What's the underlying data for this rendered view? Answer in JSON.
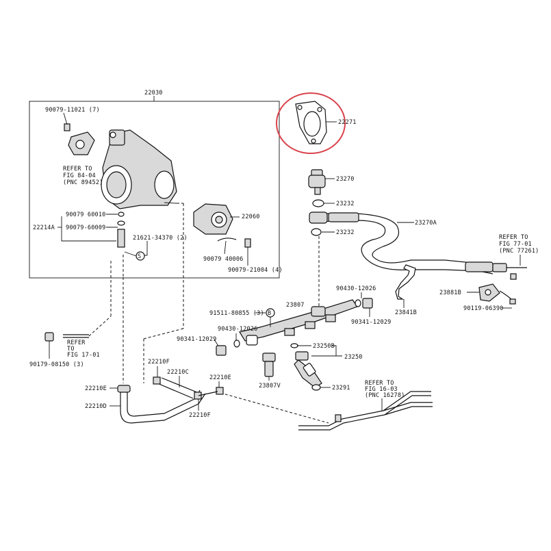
{
  "labels": {
    "l22030": "22030",
    "l90079_11021": "90079-11021 (7)",
    "refer_fig_84_04_a": "REFER TO",
    "refer_fig_84_04_b": "FIG 84-04",
    "refer_fig_84_04_c": "(PNC 89452)",
    "l90079_60010": "90079 60010",
    "l22214A": "22214A",
    "l90079_60009": "90079-60009",
    "l21621_34370": "21621-34370 (2)",
    "lS": "S",
    "l22060": "22060",
    "l90079_40006": "90079 40006",
    "l90079_21004": "90079-21004 (4)",
    "l22271": "22271",
    "l23270": "23270",
    "l23232a": "23232",
    "l23232b": "23232",
    "l23270A": "23270A",
    "refer_fig_77_01_a": "REFER TO",
    "refer_fig_77_01_b": "FIG 77-01",
    "refer_fig_77_01_c": "(PNC 77261)",
    "l23881B": "23881B",
    "l23841B": "23841B",
    "l90119_06390": "90119-06390",
    "l90430_12026a": "90430-12026",
    "l90341_12029a": "90341-12029",
    "l23807": "23807",
    "l91511_80855": "91511-80855 (3)",
    "lB1": "B",
    "l90430_12026b": "90430-12026",
    "l90341_12029b": "90341-12029",
    "l23250B": "23250B",
    "l23250": "23250",
    "l23807V": "23807V",
    "l23291": "23291",
    "refer_fig_17_01_a": "REFER",
    "refer_fig_17_01_b": "TO",
    "refer_fig_17_01_c": "FIG 17-01",
    "l90179_08150": "90179-08150 (3)",
    "l22210F_a": "22210F",
    "l22210C": "22210C",
    "l22210E_a": "22210E",
    "l22210E_b": "22210E",
    "l22210D": "22210D",
    "l22210F_b": "22210F",
    "refer_fig_16_03_a": "REFER TO",
    "refer_fig_16_03_b": "FIG 16-03",
    "refer_fig_16_03_c": "(PNC 16278)"
  },
  "colors": {
    "highlight_ring": "#d9434b",
    "line": "#111111",
    "part_fill": "#d9d9d9"
  }
}
